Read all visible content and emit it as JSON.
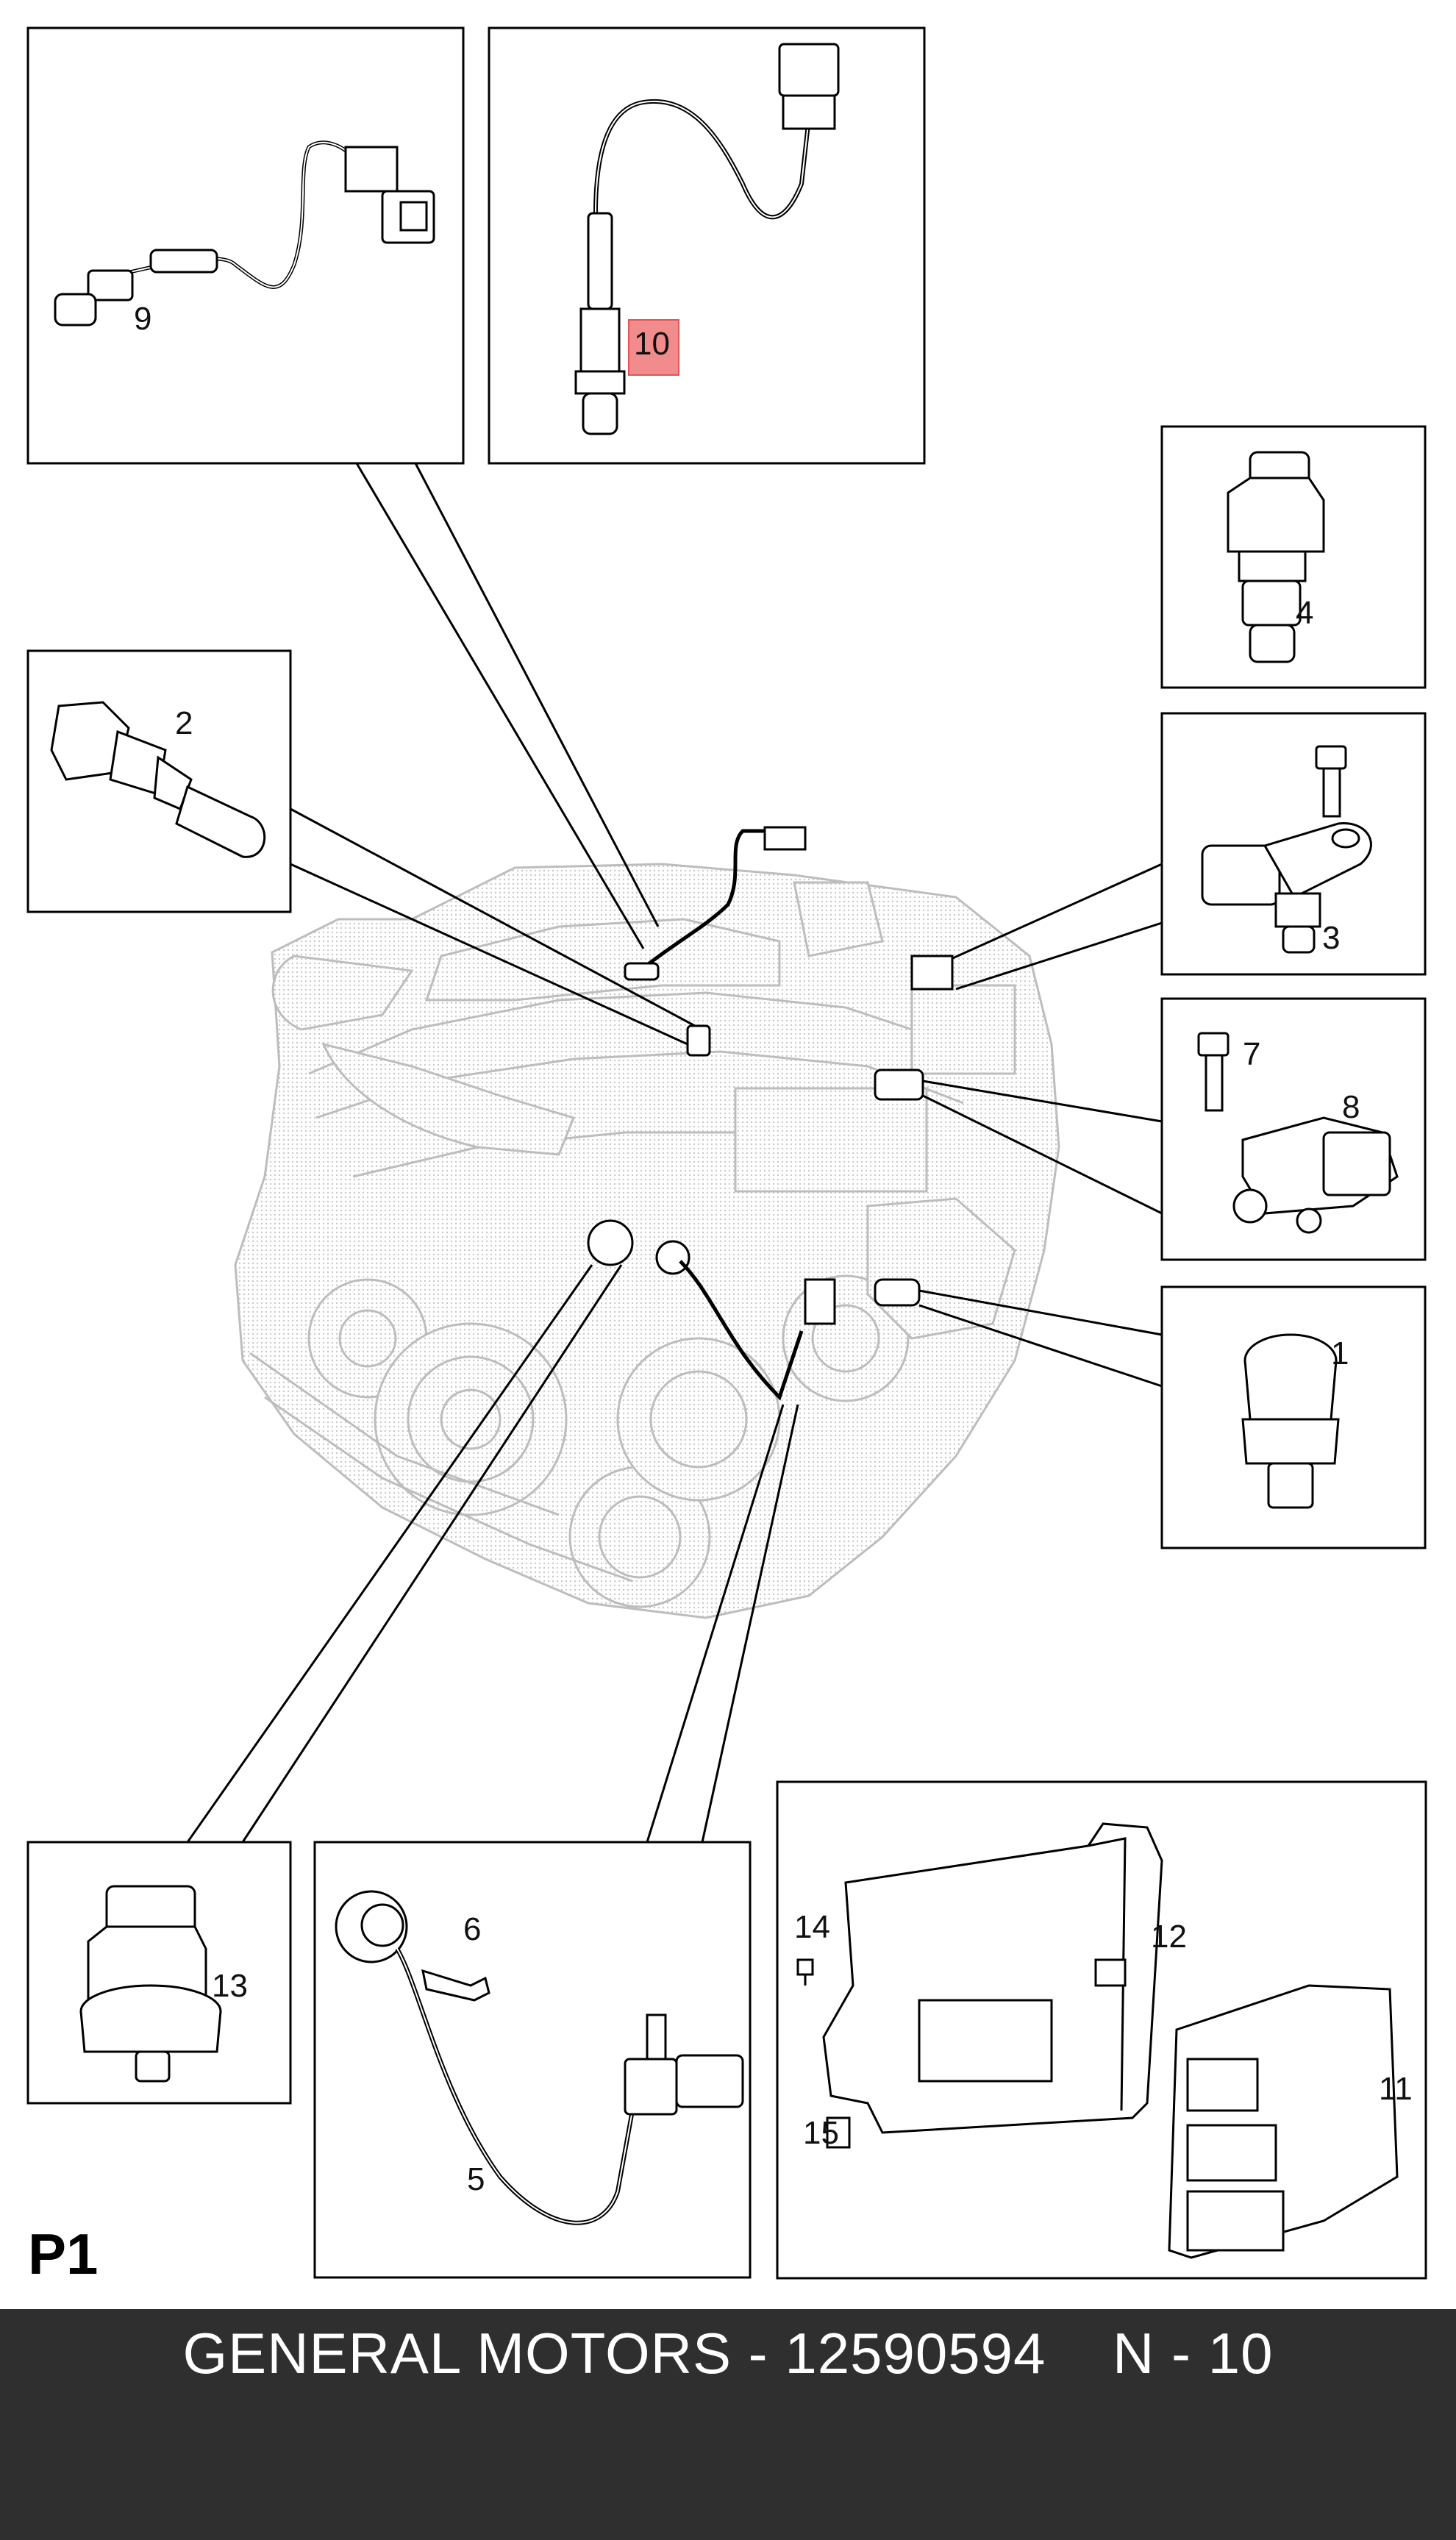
{
  "page_label": "P1",
  "footer": {
    "brand": "GENERAL MOTORS",
    "separator": " - ",
    "part_number": "12590594",
    "ref_prefix": "N - ",
    "ref_number": "10"
  },
  "callouts": {
    "c1": "1",
    "c2": "2",
    "c3": "3",
    "c4": "4",
    "c5": "5",
    "c6": "6",
    "c7": "7",
    "c8": "8",
    "c9": "9",
    "c10": "10",
    "c11": "11",
    "c12": "12",
    "c13": "13",
    "c14": "14",
    "c15": "15"
  },
  "highlight_color": "#f28b8b"
}
